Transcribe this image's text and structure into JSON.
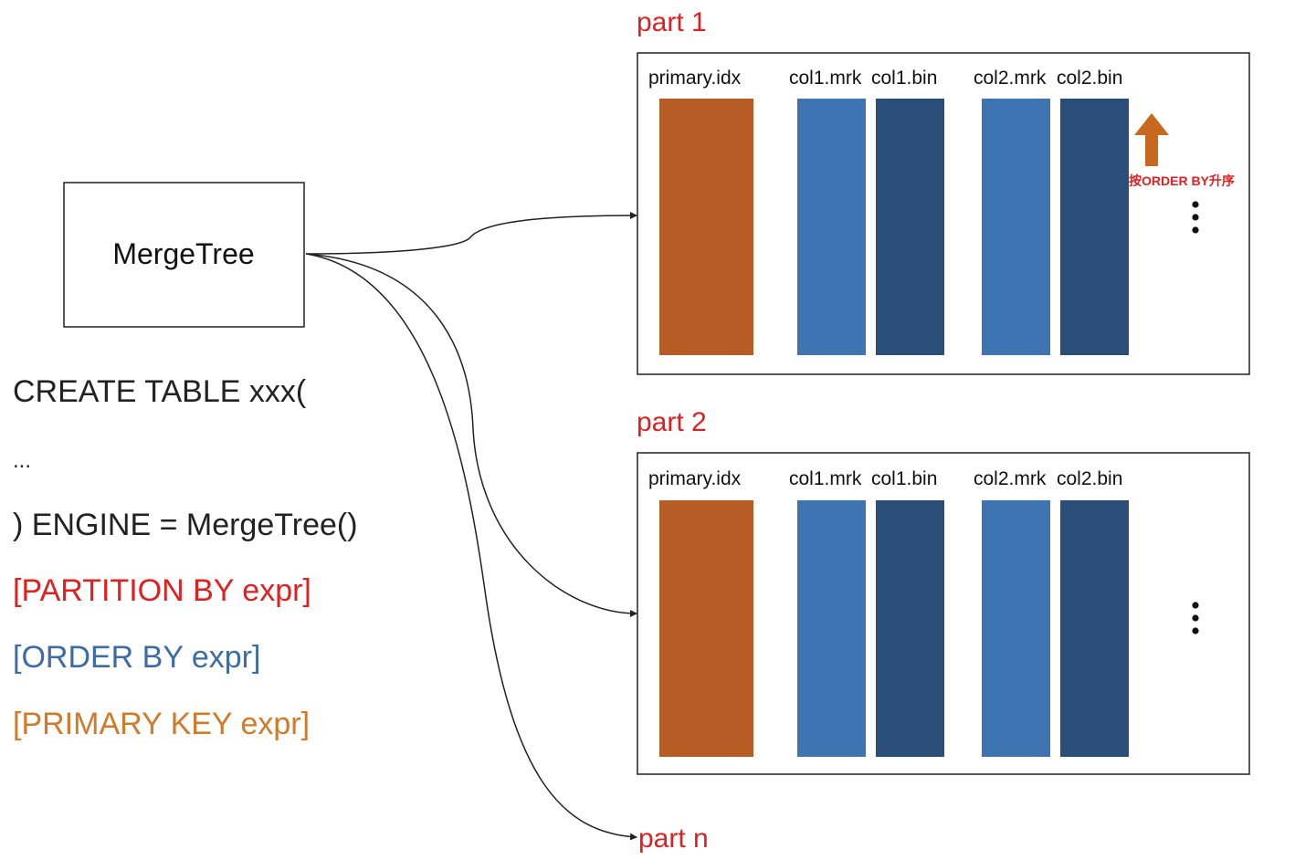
{
  "engine_box": {
    "label": "MergeTree"
  },
  "sql": {
    "lines": [
      {
        "text": "CREATE TABLE xxx(",
        "color": "#222222"
      },
      {
        "text": "...",
        "color": "#222222"
      },
      {
        "text": ") ENGINE = MergeTree()",
        "color": "#222222"
      },
      {
        "text": "[PARTITION BY expr]",
        "color": "#e02020"
      },
      {
        "text": "[ORDER BY expr]",
        "color": "#3d6ba5"
      },
      {
        "text": "[PRIMARY KEY expr]",
        "color": "#d07a2a"
      }
    ]
  },
  "parts": [
    {
      "title": "part 1",
      "files": [
        "primary.idx",
        "col1.mrk",
        "col1.bin",
        "col2.mrk",
        "col2.bin"
      ],
      "order_note": "按ORDER BY升序",
      "show_order_arrow": true
    },
    {
      "title": "part 2",
      "files": [
        "primary.idx",
        "col1.mrk",
        "col1.bin",
        "col2.mrk",
        "col2.bin"
      ],
      "order_note": "",
      "show_order_arrow": false
    }
  ],
  "part_n": {
    "title": "part n"
  },
  "colors": {
    "part_title": "#e02020",
    "primary": "#b85c26",
    "mrk": "#3f74b3",
    "bin": "#2a4e78",
    "order_arrow": "#c8681f",
    "order_note": "#e02020",
    "line": "#222222"
  }
}
